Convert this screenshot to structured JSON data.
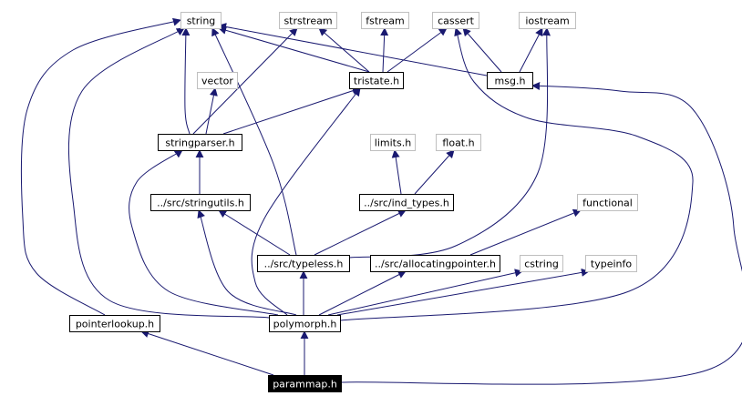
{
  "nodes": [
    {
      "id": "string",
      "label": "string",
      "kind": "system"
    },
    {
      "id": "strstream",
      "label": "strstream",
      "kind": "system"
    },
    {
      "id": "fstream",
      "label": "fstream",
      "kind": "system"
    },
    {
      "id": "cassert",
      "label": "cassert",
      "kind": "system"
    },
    {
      "id": "iostream",
      "label": "iostream",
      "kind": "system"
    },
    {
      "id": "vector",
      "label": "vector",
      "kind": "system"
    },
    {
      "id": "tristate",
      "label": "tristate.h",
      "kind": "local"
    },
    {
      "id": "msg",
      "label": "msg.h",
      "kind": "local"
    },
    {
      "id": "stringparser",
      "label": "stringparser.h",
      "kind": "local"
    },
    {
      "id": "limits",
      "label": "limits.h",
      "kind": "system"
    },
    {
      "id": "float",
      "label": "float.h",
      "kind": "system"
    },
    {
      "id": "stringutils",
      "label": "../src/stringutils.h",
      "kind": "local"
    },
    {
      "id": "indtypes",
      "label": "../src/ind_types.h",
      "kind": "local"
    },
    {
      "id": "functional",
      "label": "functional",
      "kind": "system"
    },
    {
      "id": "typeless",
      "label": "../src/typeless.h",
      "kind": "local"
    },
    {
      "id": "allocptr",
      "label": "../src/allocatingpointer.h",
      "kind": "local"
    },
    {
      "id": "cstring",
      "label": "cstring",
      "kind": "system"
    },
    {
      "id": "typeinfo",
      "label": "typeinfo",
      "kind": "system"
    },
    {
      "id": "pointerlookup",
      "label": "pointerlookup.h",
      "kind": "local"
    },
    {
      "id": "polymorph",
      "label": "polymorph.h",
      "kind": "local"
    },
    {
      "id": "parammap",
      "label": "parammap.h",
      "kind": "root"
    }
  ],
  "edges": [
    [
      "tristate",
      "string"
    ],
    [
      "tristate",
      "strstream"
    ],
    [
      "tristate",
      "fstream"
    ],
    [
      "tristate",
      "cassert"
    ],
    [
      "msg",
      "string"
    ],
    [
      "msg",
      "cassert"
    ],
    [
      "msg",
      "iostream"
    ],
    [
      "stringparser",
      "string"
    ],
    [
      "stringparser",
      "strstream"
    ],
    [
      "stringparser",
      "vector"
    ],
    [
      "stringparser",
      "tristate"
    ],
    [
      "stringutils",
      "stringparser"
    ],
    [
      "indtypes",
      "limits"
    ],
    [
      "indtypes",
      "float"
    ],
    [
      "typeless",
      "string"
    ],
    [
      "typeless",
      "stringutils"
    ],
    [
      "typeless",
      "indtypes"
    ],
    [
      "typeless",
      "iostream"
    ],
    [
      "allocptr",
      "functional"
    ],
    [
      "polymorph",
      "string"
    ],
    [
      "polymorph",
      "stringparser"
    ],
    [
      "polymorph",
      "tristate"
    ],
    [
      "polymorph",
      "cassert"
    ],
    [
      "polymorph",
      "stringutils"
    ],
    [
      "polymorph",
      "typeless"
    ],
    [
      "polymorph",
      "allocptr"
    ],
    [
      "polymorph",
      "cstring"
    ],
    [
      "polymorph",
      "typeinfo"
    ],
    [
      "pointerlookup",
      "string"
    ],
    [
      "parammap",
      "pointerlookup"
    ],
    [
      "parammap",
      "polymorph"
    ],
    [
      "parammap",
      "msg"
    ]
  ],
  "colors": {
    "edge": "#191970",
    "system_border": "#bfbfbf",
    "local_border": "#000000",
    "root_fill": "#000000"
  }
}
